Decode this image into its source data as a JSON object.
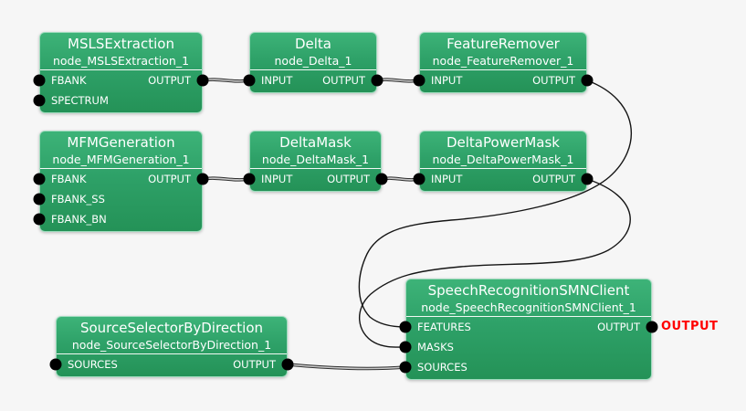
{
  "app": "flow-network-editor",
  "colors": {
    "background": "#f6f6f6",
    "node_green_top": "#3db378",
    "node_green_bottom": "#249257",
    "node_border": "#9fdcbe",
    "node_text": "#ffffff",
    "port_dot": "#000000",
    "wire": "#151515",
    "terminal_output": "#ff0000"
  },
  "terminal": {
    "label": "OUTPUT",
    "color": "#ff0000"
  },
  "nodes": [
    {
      "title": "MSLSExtraction",
      "instance": "node_MSLSExtraction_1",
      "inputs": [
        "FBANK",
        "SPECTRUM"
      ],
      "outputs": [
        "OUTPUT"
      ]
    },
    {
      "title": "Delta",
      "instance": "node_Delta_1",
      "inputs": [
        "INPUT"
      ],
      "outputs": [
        "OUTPUT"
      ]
    },
    {
      "title": "FeatureRemover",
      "instance": "node_FeatureRemover_1",
      "inputs": [
        "INPUT"
      ],
      "outputs": [
        "OUTPUT"
      ]
    },
    {
      "title": "MFMGeneration",
      "instance": "node_MFMGeneration_1",
      "inputs": [
        "FBANK",
        "FBANK_SS",
        "FBANK_BN"
      ],
      "outputs": [
        "OUTPUT"
      ]
    },
    {
      "title": "DeltaMask",
      "instance": "node_DeltaMask_1",
      "inputs": [
        "INPUT"
      ],
      "outputs": [
        "OUTPUT"
      ]
    },
    {
      "title": "DeltaPowerMask",
      "instance": "node_DeltaPowerMask_1",
      "inputs": [
        "INPUT"
      ],
      "outputs": [
        "OUTPUT"
      ]
    },
    {
      "title": "SpeechRecognitionSMNClient",
      "instance": "node_SpeechRecognitionSMNClient_1",
      "inputs": [
        "FEATURES",
        "MASKS",
        "SOURCES"
      ],
      "outputs": [
        "OUTPUT"
      ]
    },
    {
      "title": "SourceSelectorByDirection",
      "instance": "node_SourceSelectorByDirection_1",
      "inputs": [
        "SOURCES"
      ],
      "outputs": [
        "OUTPUT"
      ]
    }
  ],
  "connections": [
    {
      "from": "node_MSLSExtraction_1:OUTPUT",
      "to": "node_Delta_1:INPUT"
    },
    {
      "from": "node_Delta_1:OUTPUT",
      "to": "node_FeatureRemover_1:INPUT"
    },
    {
      "from": "node_FeatureRemover_1:OUTPUT",
      "to": "node_SpeechRecognitionSMNClient_1:FEATURES"
    },
    {
      "from": "node_MFMGeneration_1:OUTPUT",
      "to": "node_DeltaMask_1:INPUT"
    },
    {
      "from": "node_DeltaMask_1:OUTPUT",
      "to": "node_DeltaPowerMask_1:INPUT"
    },
    {
      "from": "node_DeltaPowerMask_1:OUTPUT",
      "to": "node_SpeechRecognitionSMNClient_1:MASKS"
    },
    {
      "from": "node_SourceSelectorByDirection_1:OUTPUT",
      "to": "node_SpeechRecognitionSMNClient_1:SOURCES"
    },
    {
      "from": "node_SpeechRecognitionSMNClient_1:OUTPUT",
      "to": "OUTPUT"
    }
  ]
}
